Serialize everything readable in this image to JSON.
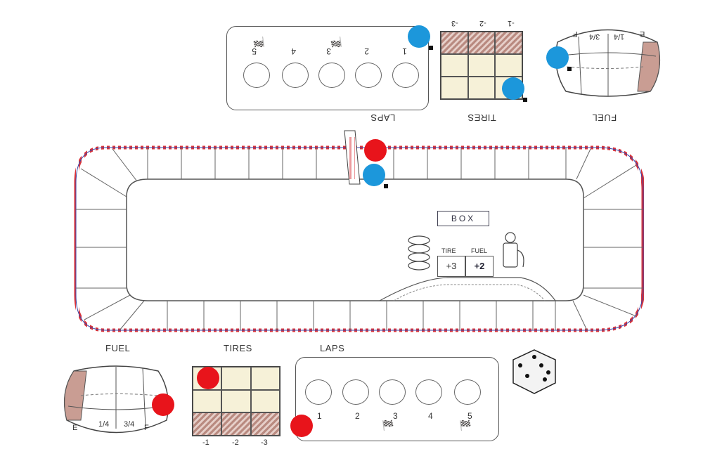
{
  "player_bottom": {
    "fuel_label": "FUEL",
    "tires_label": "TIRES",
    "laps_label": "LAPS",
    "fuel_marks": [
      "E",
      "1/4",
      "3/4",
      "F"
    ],
    "tire_cols": [
      "-1",
      "-2",
      "-3"
    ],
    "laps": [
      "1",
      "2",
      "3",
      "4",
      "5"
    ]
  },
  "player_top": {
    "fuel_label": "FUEL",
    "tires_label": "TIRES",
    "laps_label": "LAPS",
    "fuel_marks": [
      "E",
      "1/4",
      "3/4",
      "F"
    ],
    "tire_cols": [
      "-1",
      "-2",
      "-3"
    ],
    "laps": [
      "1",
      "2",
      "3",
      "4",
      "5"
    ]
  },
  "pit": {
    "box_label": "BOX",
    "tire_label": "TIRE",
    "fuel_label": "FUEL",
    "tire_bonus": "+3",
    "fuel_bonus": "+2"
  },
  "colors": {
    "red_token": "#e8141b",
    "blue_token": "#1c97db",
    "curb_red": "#d9333a",
    "curb_blue": "#3b46a8"
  },
  "icons": [
    "dice-icon",
    "checkered-flags-icon",
    "tire-stack-icon",
    "fuel-pump-icon",
    "start-finish-line-icon"
  ]
}
